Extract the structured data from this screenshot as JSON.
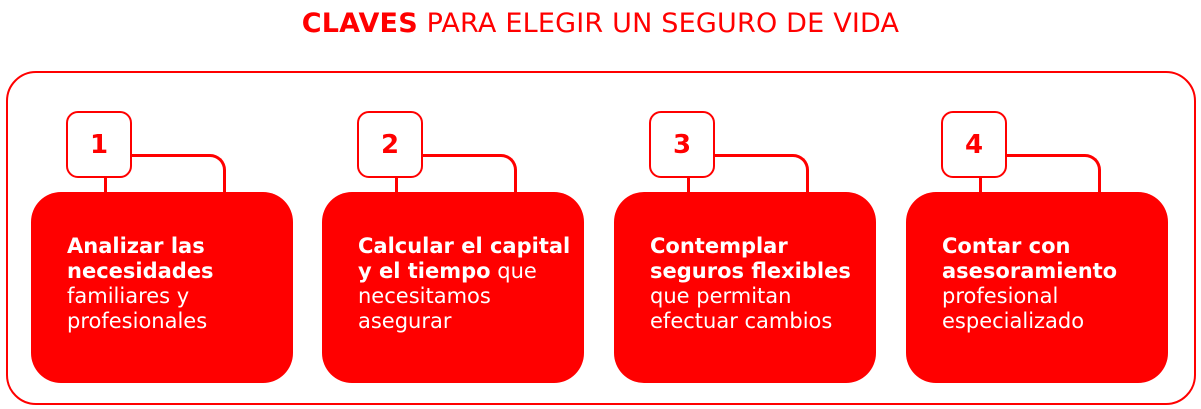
{
  "title": {
    "bold": "CLAVES",
    "rest": " PARA ELEGIR UN SEGURO DE VIDA"
  },
  "steps": [
    {
      "number": "1",
      "bold": "Analizar las necesidades",
      "text": " familiares y profesionales"
    },
    {
      "number": "2",
      "bold": "Calcular el capital y el tiempo",
      "text": " que necesitamos asegurar"
    },
    {
      "number": "3",
      "bold": "Contemplar seguros flexibles",
      "text": " que permitan efectuar cambios"
    },
    {
      "number": "4",
      "bold": "Contar con asesoramiento",
      "text": " profesional especializado"
    }
  ],
  "colors": {
    "accent": "#ff0000"
  }
}
